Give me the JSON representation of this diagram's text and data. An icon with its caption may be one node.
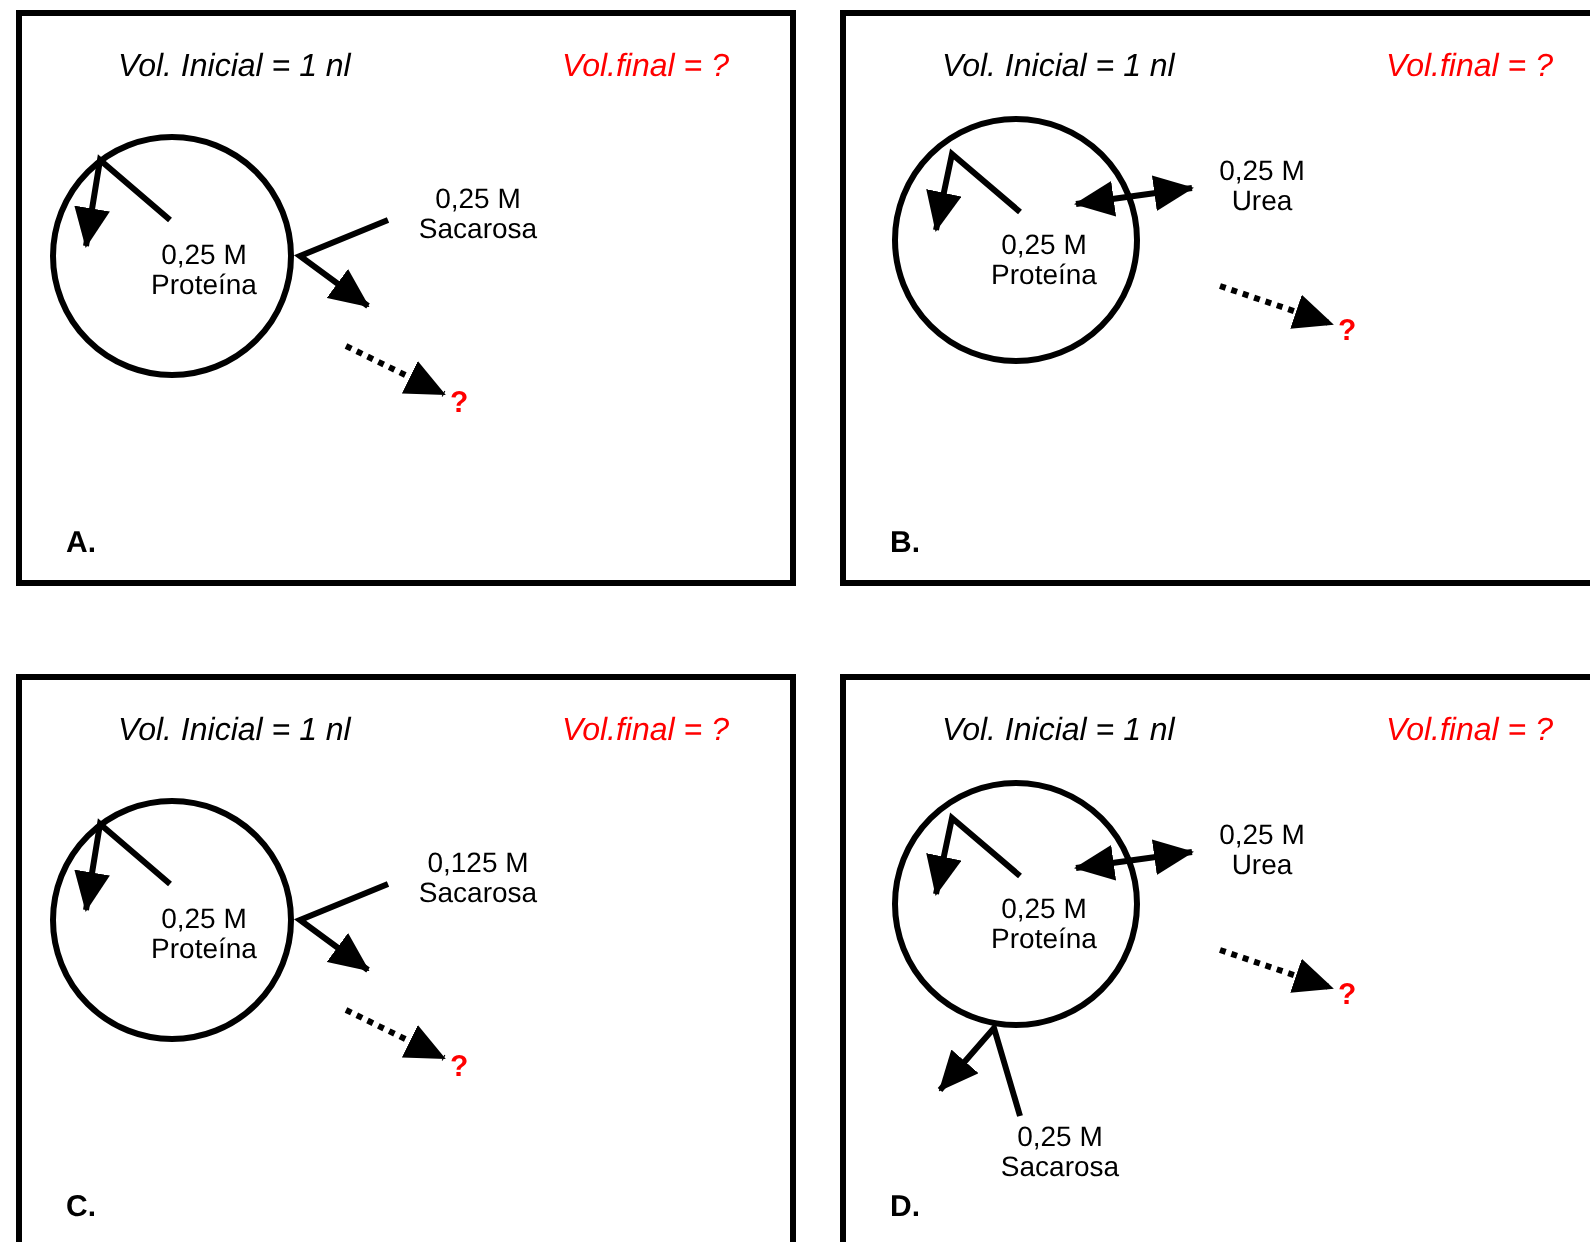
{
  "diagram": {
    "nodes": [
      {
        "text": [
          "Vol. Inicial = 1 nl",
          "Vol.final = ?",
          "A."
        ]
      },
      {
        "text": [
          "0,25 M Proteína"
        ],
        "in": 0
      },
      {
        "text": [
          "0,25 M Sacarosa"
        ],
        "in": 0
      },
      {
        "text": [
          "?"
        ],
        "in": 0
      },
      {
        "text": [
          "Vol. Inicial = 1 nl",
          "Vol.final = ?",
          "B."
        ]
      },
      {
        "text": [
          "0,25 M Proteína"
        ],
        "in": 4
      },
      {
        "text": [
          "0,25 M Urea"
        ],
        "in": 4
      },
      {
        "text": [
          "?"
        ],
        "in": 4
      },
      {
        "text": [
          "Vol. Inicial = 1 nl",
          "Vol.final = ?",
          "C."
        ]
      },
      {
        "text": [
          "0,25 M Proteína"
        ],
        "in": 8
      },
      {
        "text": [
          "0,125 M Sacarosa"
        ],
        "in": 8
      },
      {
        "text": [
          "?"
        ],
        "in": 8
      },
      {
        "text": [
          "Vol. Inicial = 1 nl",
          "Vol.final = ?",
          "D."
        ]
      },
      {
        "text": [
          "0,25 M Proteína"
        ],
        "in": 12
      },
      {
        "text": [
          "0,25 M Urea"
        ],
        "in": 12
      },
      {
        "text": [
          "?"
        ],
        "in": 12
      },
      {
        "text": [
          "0,25 M Sacarosa"
        ],
        "in": 12
      }
    ],
    "edges": [
      {
        "from": 2,
        "to": null,
        "arrow": "to"
      },
      {
        "from": null,
        "to": 3,
        "arrow": "to",
        "style": "dashed"
      },
      {
        "from": 5,
        "to": 6,
        "arrow": "both"
      },
      {
        "from": null,
        "to": 7,
        "arrow": "to",
        "style": "dashed"
      },
      {
        "from": 10,
        "to": null,
        "arrow": "to"
      },
      {
        "from": null,
        "to": 11,
        "arrow": "to",
        "style": "dashed"
      },
      {
        "from": 13,
        "to": 14,
        "arrow": "both"
      },
      {
        "from": null,
        "to": 15,
        "arrow": "to",
        "style": "dashed"
      },
      {
        "from": 16,
        "to": null,
        "arrow": "to"
      }
    ]
  }
}
